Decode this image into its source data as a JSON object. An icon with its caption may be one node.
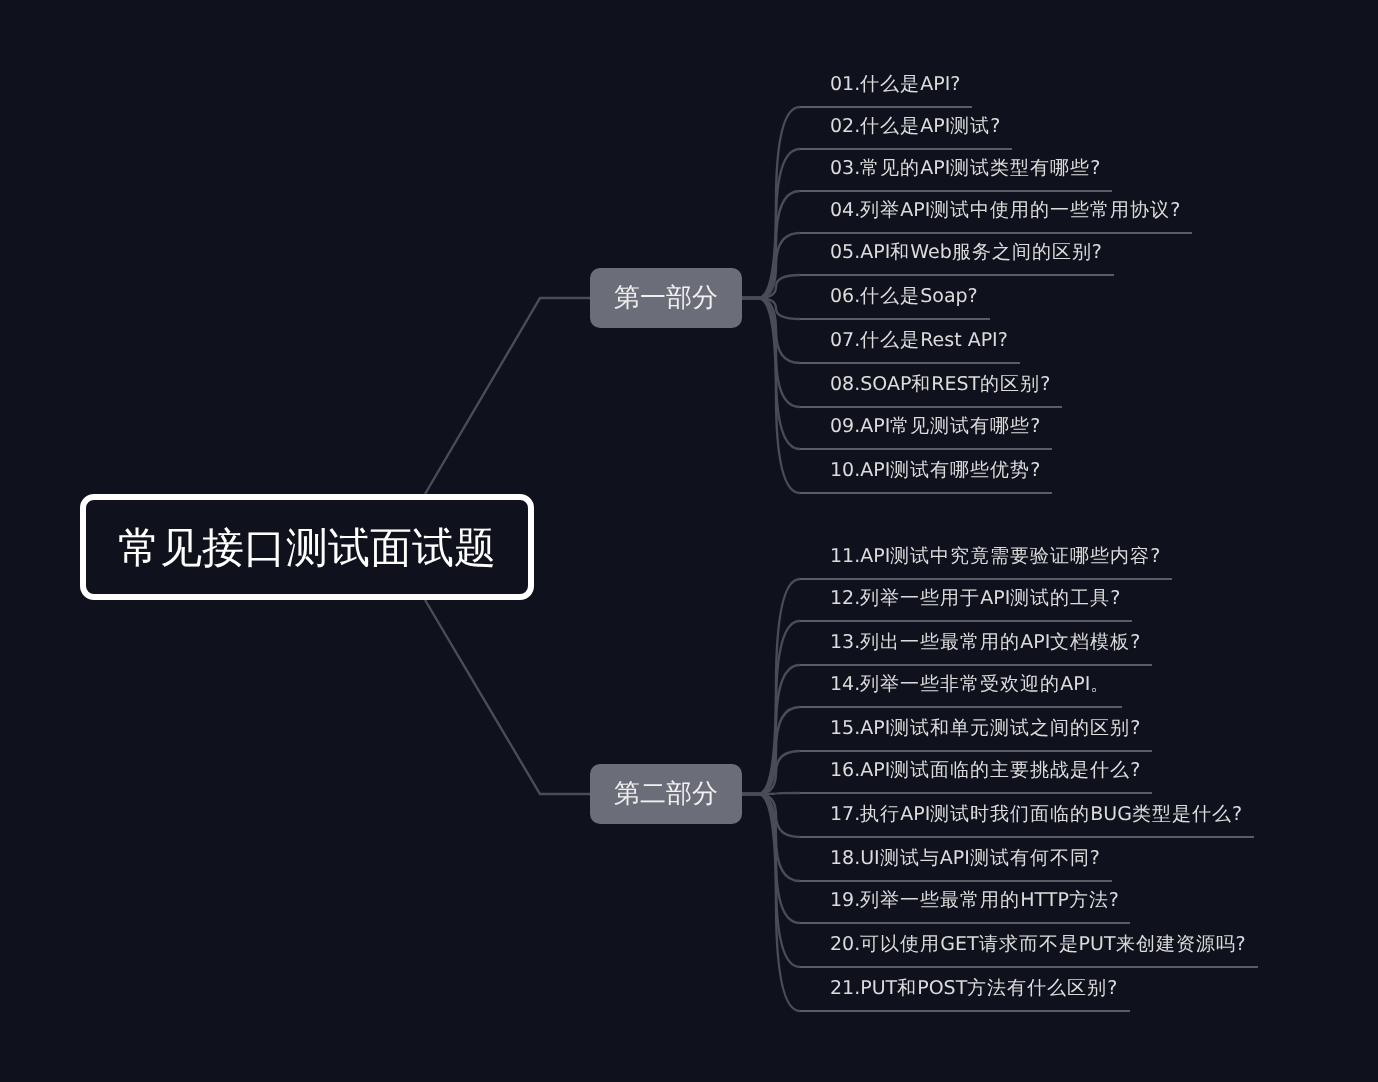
{
  "diagram": {
    "nodes": [
      {
        "text": [
          "常见接口测试面试题"
        ]
      },
      {
        "text": [
          "第一部分"
        ]
      },
      {
        "text": [
          "第二部分"
        ]
      },
      {
        "text": [
          "01.什么是API?"
        ]
      },
      {
        "text": [
          "02.什么是API测试?"
        ]
      },
      {
        "text": [
          "03.常见的API测试类型有哪些?"
        ]
      },
      {
        "text": [
          "04.列举API测试中使用的一些常用协议?"
        ]
      },
      {
        "text": [
          "05.API和Web服务之间的区别?"
        ]
      },
      {
        "text": [
          "06.什么是Soap?"
        ]
      },
      {
        "text": [
          "07.什么是Rest API?"
        ]
      },
      {
        "text": [
          "08.SOAP和REST的区别?"
        ]
      },
      {
        "text": [
          "09.API常见测试有哪些?"
        ]
      },
      {
        "text": [
          "10.API测试有哪些优势?"
        ]
      },
      {
        "text": [
          "11.API测试中究竟需要验证哪些内容?"
        ]
      },
      {
        "text": [
          "12.列举一些用于API测试的工具?"
        ]
      },
      {
        "text": [
          "13.列出一些最常用的API文档模板?"
        ]
      },
      {
        "text": [
          "14.列举一些非常受欢迎的API。"
        ]
      },
      {
        "text": [
          "15.API测试和单元测试之间的区别?"
        ]
      },
      {
        "text": [
          "16.API测试面临的主要挑战是什么?"
        ]
      },
      {
        "text": [
          "17.执行API测试时我们面临的BUG类型是什么?"
        ]
      },
      {
        "text": [
          "18.UI测试与API测试有何不同?"
        ]
      },
      {
        "text": [
          "19.列举一些最常用的HTTP方法?"
        ]
      },
      {
        "text": [
          "20.可以使用GET请求而不是PUT来创建资源吗?"
        ]
      },
      {
        "text": [
          "21.PUT和POST方法有什么区别?"
        ]
      }
    ],
    "edges": [
      {
        "from": 0,
        "to": 1,
        "arrow": "none"
      },
      {
        "from": 0,
        "to": 2,
        "arrow": "none"
      },
      {
        "from": 1,
        "to": 3,
        "arrow": "none"
      },
      {
        "from": 1,
        "to": 4,
        "arrow": "none"
      },
      {
        "from": 1,
        "to": 5,
        "arrow": "none"
      },
      {
        "from": 1,
        "to": 6,
        "arrow": "none"
      },
      {
        "from": 1,
        "to": 7,
        "arrow": "none"
      },
      {
        "from": 1,
        "to": 8,
        "arrow": "none"
      },
      {
        "from": 1,
        "to": 9,
        "arrow": "none"
      },
      {
        "from": 1,
        "to": 10,
        "arrow": "none"
      },
      {
        "from": 1,
        "to": 11,
        "arrow": "none"
      },
      {
        "from": 1,
        "to": 12,
        "arrow": "none"
      },
      {
        "from": 2,
        "to": 13,
        "arrow": "none"
      },
      {
        "from": 2,
        "to": 14,
        "arrow": "none"
      },
      {
        "from": 2,
        "to": 15,
        "arrow": "none"
      },
      {
        "from": 2,
        "to": 16,
        "arrow": "none"
      },
      {
        "from": 2,
        "to": 17,
        "arrow": "none"
      },
      {
        "from": 2,
        "to": 18,
        "arrow": "none"
      },
      {
        "from": 2,
        "to": 19,
        "arrow": "none"
      },
      {
        "from": 2,
        "to": 20,
        "arrow": "none"
      },
      {
        "from": 2,
        "to": 21,
        "arrow": "none"
      },
      {
        "from": 2,
        "to": 22,
        "arrow": "none"
      },
      {
        "from": 2,
        "to": 23,
        "arrow": "none"
      }
    ]
  }
}
